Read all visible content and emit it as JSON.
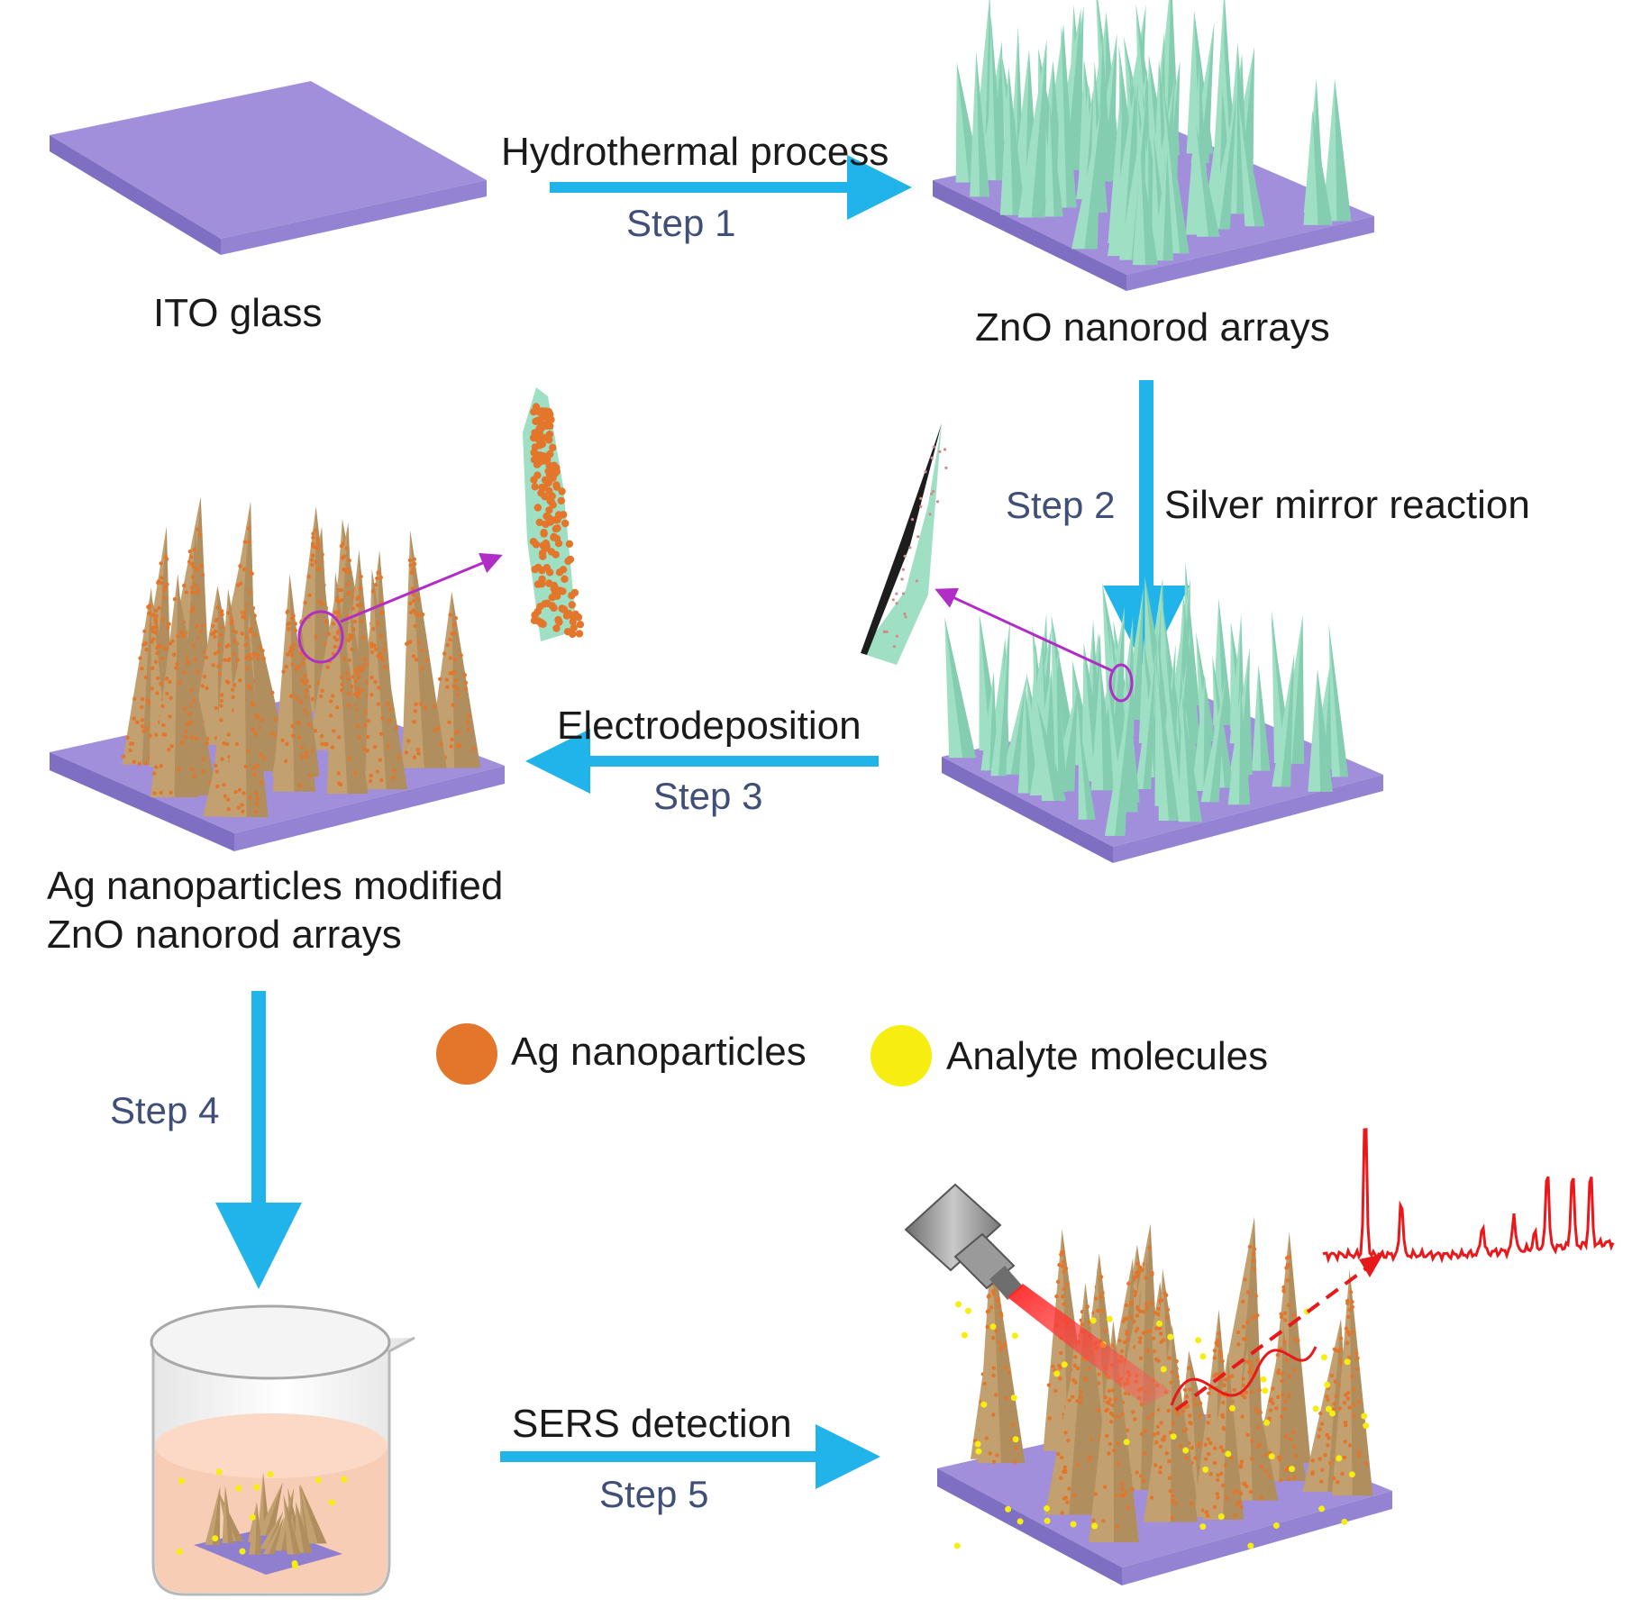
{
  "colors": {
    "substrate_top": "#a18fdc",
    "substrate_side": "#7f6fc2",
    "zno": "#9fe0c4",
    "zno_dark": "#6fbea0",
    "ag_rod": "#c2a070",
    "ag_particle": "#e3762b",
    "analyte": "#f5ee10",
    "arrow": "#20b4ea",
    "step_text": "#3f4f77",
    "callout": "#b02ec6",
    "spectrum": "#e8191b",
    "laser": "#ff3a3a",
    "liquid": "#f7cdb5"
  },
  "labels": {
    "ito_glass": "ITO glass",
    "zno_arrays": "ZnO nanorod arrays",
    "ag_modified_line1": "Ag nanoparticles modified",
    "ag_modified_line2": "ZnO nanorod arrays"
  },
  "steps": [
    {
      "label": "Step 1",
      "process": "Hydrothermal process"
    },
    {
      "label": "Step 2",
      "process": "Silver mirror reaction"
    },
    {
      "label": "Step 3",
      "process": "Electrodeposition"
    },
    {
      "label": "Step 4",
      "process": ""
    },
    {
      "label": "Step 5",
      "process": "SERS detection"
    }
  ],
  "legend": [
    {
      "name": "Ag nanoparticles",
      "color_key": "ag_particle"
    },
    {
      "name": "Analyte molecules",
      "color_key": "analyte"
    }
  ],
  "icons": [
    "laser-head-icon",
    "beaker-icon"
  ]
}
